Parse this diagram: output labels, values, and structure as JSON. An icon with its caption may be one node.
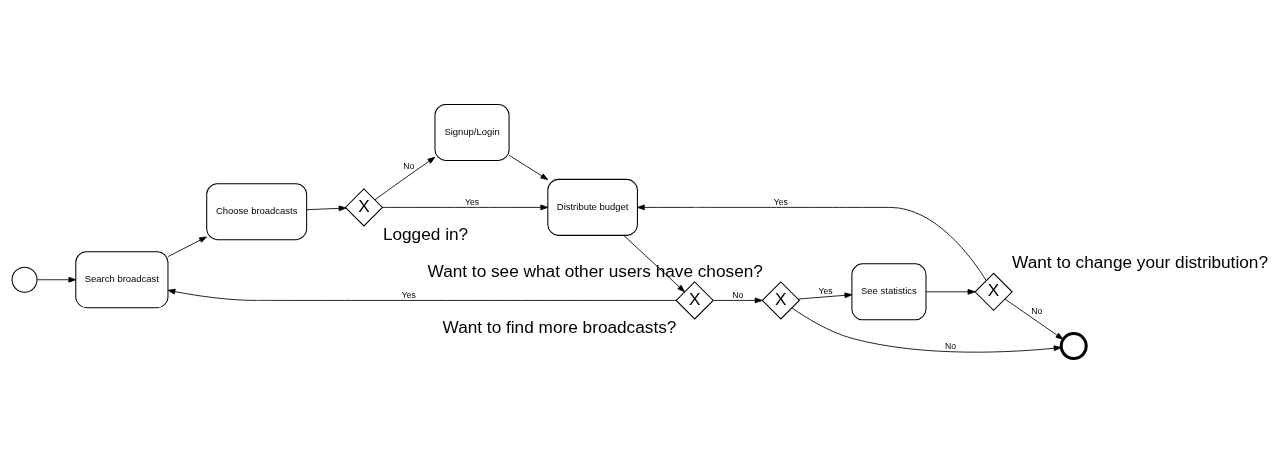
{
  "diagram": {
    "nodes": [
      {
        "text": [],
        "shape": "circle"
      },
      {
        "text": [
          "Search broadcast"
        ]
      },
      {
        "text": [
          "Choose broadcasts"
        ]
      },
      {
        "text": [
          "X"
        ],
        "beside": [
          "Logged in?"
        ]
      },
      {
        "text": [
          "Distribute budget"
        ]
      },
      {
        "text": [
          "Signup/Login"
        ]
      },
      {
        "text": [
          "X"
        ],
        "beside": [
          "Want to find more broadcasts?"
        ]
      },
      {
        "text": [
          "X"
        ],
        "beside": [
          "Want to see what other users have chosen?"
        ]
      },
      {
        "text": [
          "See statistics"
        ]
      },
      {
        "text": [
          "X"
        ],
        "beside": [
          "Want to change your distribution?"
        ]
      },
      {
        "text": [],
        "shape": "circle"
      }
    ],
    "edges": [
      {
        "from": 0,
        "to": 1,
        "arrow": "to"
      },
      {
        "from": 1,
        "to": 2,
        "arrow": "to"
      },
      {
        "from": 2,
        "to": 3,
        "arrow": "to"
      },
      {
        "from": 3,
        "to": 4,
        "arrow": "to",
        "label": "Yes"
      },
      {
        "from": 3,
        "to": 5,
        "arrow": "to",
        "label": "No"
      },
      {
        "from": 5,
        "to": 4,
        "arrow": "to"
      },
      {
        "from": 4,
        "to": 6,
        "arrow": "to"
      },
      {
        "from": 6,
        "to": 7,
        "arrow": "to",
        "label": "No"
      },
      {
        "from": 6,
        "to": 1,
        "arrow": "to",
        "label": "Yes"
      },
      {
        "from": 7,
        "to": 10,
        "arrow": "to",
        "label": "No"
      },
      {
        "from": 7,
        "to": 8,
        "arrow": "to",
        "label": "Yes"
      },
      {
        "from": 8,
        "to": 9,
        "arrow": "to"
      },
      {
        "from": 9,
        "to": 4,
        "arrow": "to",
        "label": "Yes"
      },
      {
        "from": 9,
        "to": 10,
        "arrow": "to",
        "label": "No"
      }
    ]
  }
}
